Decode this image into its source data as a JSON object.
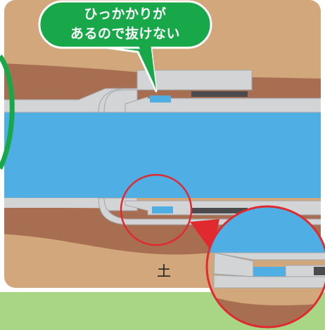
{
  "callout": {
    "line1": "ひっかかりが",
    "line2": "あるので抜けない"
  },
  "soil_label": "土",
  "colors": {
    "soil_light": "#D2A77B",
    "soil_dark": "#A86E52",
    "water": "#4FAEE4",
    "pipe_gray": "#D3D4D6",
    "pipe_outline": "#A3A5A8",
    "gasket": "#4B4B4D",
    "callout_green": "#18A849",
    "callout_outline": "#FFFFFF",
    "highlight_red": "#E02A2F",
    "bottom_band": "#A9D685"
  }
}
